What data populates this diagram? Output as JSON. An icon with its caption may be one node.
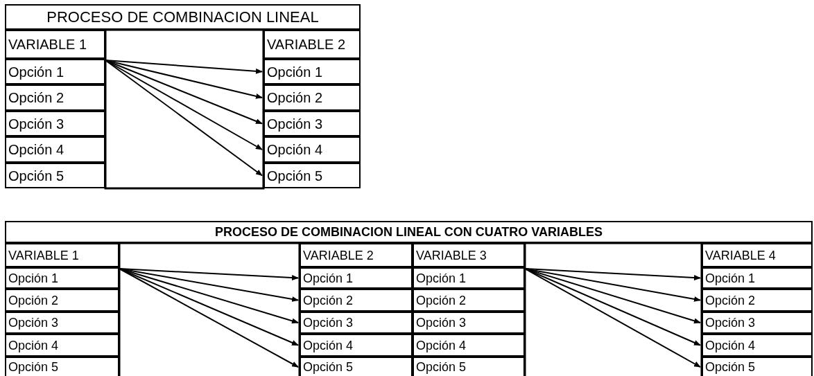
{
  "diagram": {
    "nodes": [
      {
        "text": [
          "PROCESO DE COMBINACION LINEAL"
        ]
      },
      {
        "text": [
          "VARIABLE 1"
        ]
      },
      {
        "text": [
          "Opción 1"
        ]
      },
      {
        "text": [
          "Opción 2"
        ]
      },
      {
        "text": [
          "Opción 3"
        ]
      },
      {
        "text": [
          "Opción 4"
        ]
      },
      {
        "text": [
          "Opción 5"
        ]
      },
      {
        "text": [
          "VARIABLE 2"
        ]
      },
      {
        "text": [
          "Opción 1"
        ]
      },
      {
        "text": [
          "Opción 2"
        ]
      },
      {
        "text": [
          "Opción 3"
        ]
      },
      {
        "text": [
          "Opción 4"
        ]
      },
      {
        "text": [
          "Opción 5"
        ]
      },
      {
        "text": [
          "PROCESO DE COMBINACION LINEAL CON CUATRO VARIABLES"
        ]
      },
      {
        "text": [
          "VARIABLE 1"
        ]
      },
      {
        "text": [
          "Opción 1"
        ]
      },
      {
        "text": [
          "Opción 2"
        ]
      },
      {
        "text": [
          "Opción 3"
        ]
      },
      {
        "text": [
          "Opción 4"
        ]
      },
      {
        "text": [
          "Opción 5"
        ]
      },
      {
        "text": [
          "VARIABLE 2"
        ]
      },
      {
        "text": [
          "Opción 1"
        ]
      },
      {
        "text": [
          "Opción 2"
        ]
      },
      {
        "text": [
          "Opción 3"
        ]
      },
      {
        "text": [
          "Opción 4"
        ]
      },
      {
        "text": [
          "Opción 5"
        ]
      },
      {
        "text": [
          "VARIABLE 3"
        ]
      },
      {
        "text": [
          "Opción 1"
        ]
      },
      {
        "text": [
          "Opción 2"
        ]
      },
      {
        "text": [
          "Opción 3"
        ]
      },
      {
        "text": [
          "Opción 4"
        ]
      },
      {
        "text": [
          "Opción 5"
        ]
      },
      {
        "text": [
          "VARIABLE 4"
        ]
      },
      {
        "text": [
          "Opción 1"
        ]
      },
      {
        "text": [
          "Opción 2"
        ]
      },
      {
        "text": [
          "Opción 3"
        ]
      },
      {
        "text": [
          "Opción 4"
        ]
      },
      {
        "text": [
          "Opción 5"
        ]
      }
    ],
    "edges": [
      {
        "from": 2,
        "to": 8,
        "arrow": "to"
      },
      {
        "from": 2,
        "to": 9,
        "arrow": "to"
      },
      {
        "from": 2,
        "to": 10,
        "arrow": "to"
      },
      {
        "from": 2,
        "to": 11,
        "arrow": "to"
      },
      {
        "from": 2,
        "to": 12,
        "arrow": "to"
      },
      {
        "from": 15,
        "to": 21,
        "arrow": "to"
      },
      {
        "from": 15,
        "to": 22,
        "arrow": "to"
      },
      {
        "from": 15,
        "to": 23,
        "arrow": "to"
      },
      {
        "from": 15,
        "to": 24,
        "arrow": "to"
      },
      {
        "from": 15,
        "to": 25,
        "arrow": "to"
      },
      {
        "from": 27,
        "to": 33,
        "arrow": "to"
      },
      {
        "from": 27,
        "to": 34,
        "arrow": "to"
      },
      {
        "from": 27,
        "to": 35,
        "arrow": "to"
      },
      {
        "from": 27,
        "to": 36,
        "arrow": "to"
      },
      {
        "from": 27,
        "to": 37,
        "arrow": "to"
      }
    ]
  }
}
